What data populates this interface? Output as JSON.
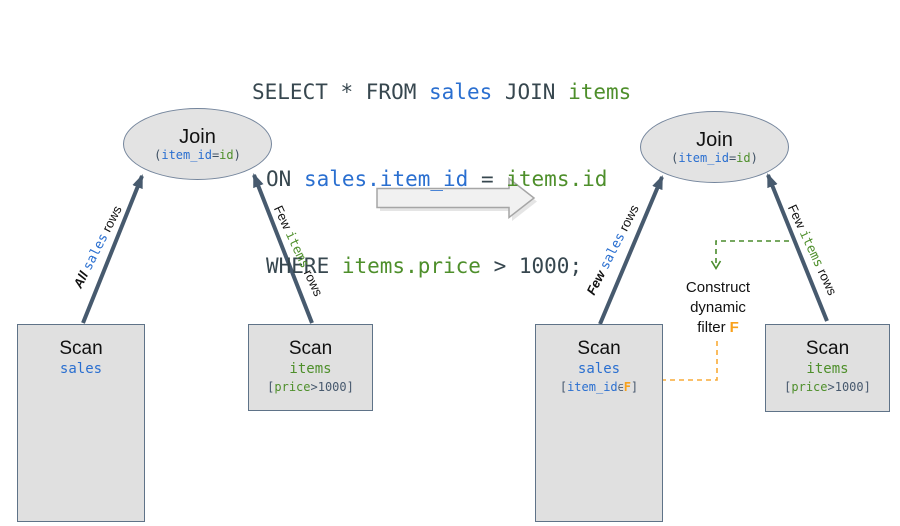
{
  "sql": {
    "line1": {
      "s1": "SELECT * FROM ",
      "s2": "sales",
      "s3": " JOIN ",
      "s4": "items"
    },
    "line2": {
      "s1": "ON ",
      "s2": "sales.item_id",
      "s3": " = ",
      "s4": "items.id"
    },
    "line3": {
      "s1": "WHERE ",
      "s2": "items.price",
      "s3": " > 1000;"
    }
  },
  "join_node": {
    "title": "Join",
    "cond_open": "(",
    "cond_field": "item_id",
    "cond_eq": "=",
    "cond_value": "id",
    "cond_close": ")"
  },
  "left_plan": {
    "sales_box": {
      "title": "Scan",
      "table": "sales"
    },
    "items_box": {
      "title": "Scan",
      "table": "items",
      "filter_open": "[",
      "filter_field": "price",
      "filter_rest": ">1000]"
    },
    "sales_arrow": {
      "emph": "All ",
      "table": "sales",
      "suffix": " rows"
    },
    "items_arrow": {
      "emph": "Few ",
      "table": "items",
      "suffix": " rows"
    }
  },
  "right_plan": {
    "sales_box": {
      "title": "Scan",
      "table": "sales",
      "filter_open": "[",
      "filter_field": "item_id",
      "filter_in": "∈",
      "filter_f": "F",
      "filter_close": "]"
    },
    "items_box": {
      "title": "Scan",
      "table": "items",
      "filter_open": "[",
      "filter_field": "price",
      "filter_rest": ">1000]"
    },
    "sales_arrow": {
      "emph": "Few ",
      "table": "sales",
      "suffix": " rows"
    },
    "items_arrow": {
      "emph": "Few ",
      "table": "items",
      "suffix": " rows"
    },
    "construct": {
      "line1": "Construct",
      "line2": "dynamic",
      "line3": "filter",
      "f": "F"
    }
  },
  "colors": {
    "keyword_dark": "#37474f",
    "sales_blue": "#2a6fd0",
    "items_green": "#4e8f2b",
    "filter_orange": "#f9a11b",
    "arrow_slate": "#475a6e",
    "dashed_green": "#4a8c2d",
    "dashed_orange": "#f9ab38",
    "node_fill": "#e3e3e3",
    "node_border": "#5f7388",
    "block_arrow_fill": "#f1f1f1"
  }
}
